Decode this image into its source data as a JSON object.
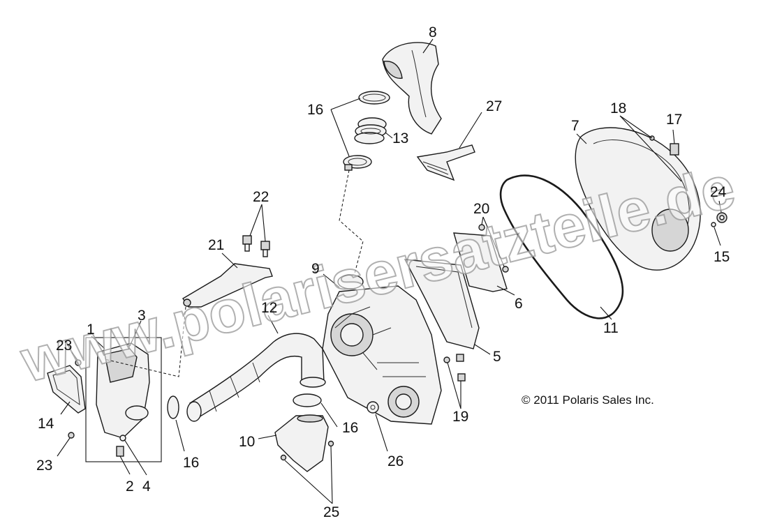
{
  "callouts": {
    "c1": "1",
    "c2": "2",
    "c3": "3",
    "c4": "4",
    "c5": "5",
    "c6": "6",
    "c7": "7",
    "c8": "8",
    "c9": "9",
    "c10": "10",
    "c11": "11",
    "c12": "12",
    "c13": "13",
    "c14": "14",
    "c15": "15",
    "c16a": "16",
    "c16b": "16",
    "c16c": "16",
    "c17": "17",
    "c18": "18",
    "c19": "19",
    "c20": "20",
    "c21": "21",
    "c22": "22",
    "c23a": "23",
    "c23b": "23",
    "c24": "24",
    "c25": "25",
    "c26": "26",
    "c27": "27"
  },
  "copyright": "© 2011 Polaris Sales Inc.",
  "watermark": "www.polarisersatzteile.de"
}
